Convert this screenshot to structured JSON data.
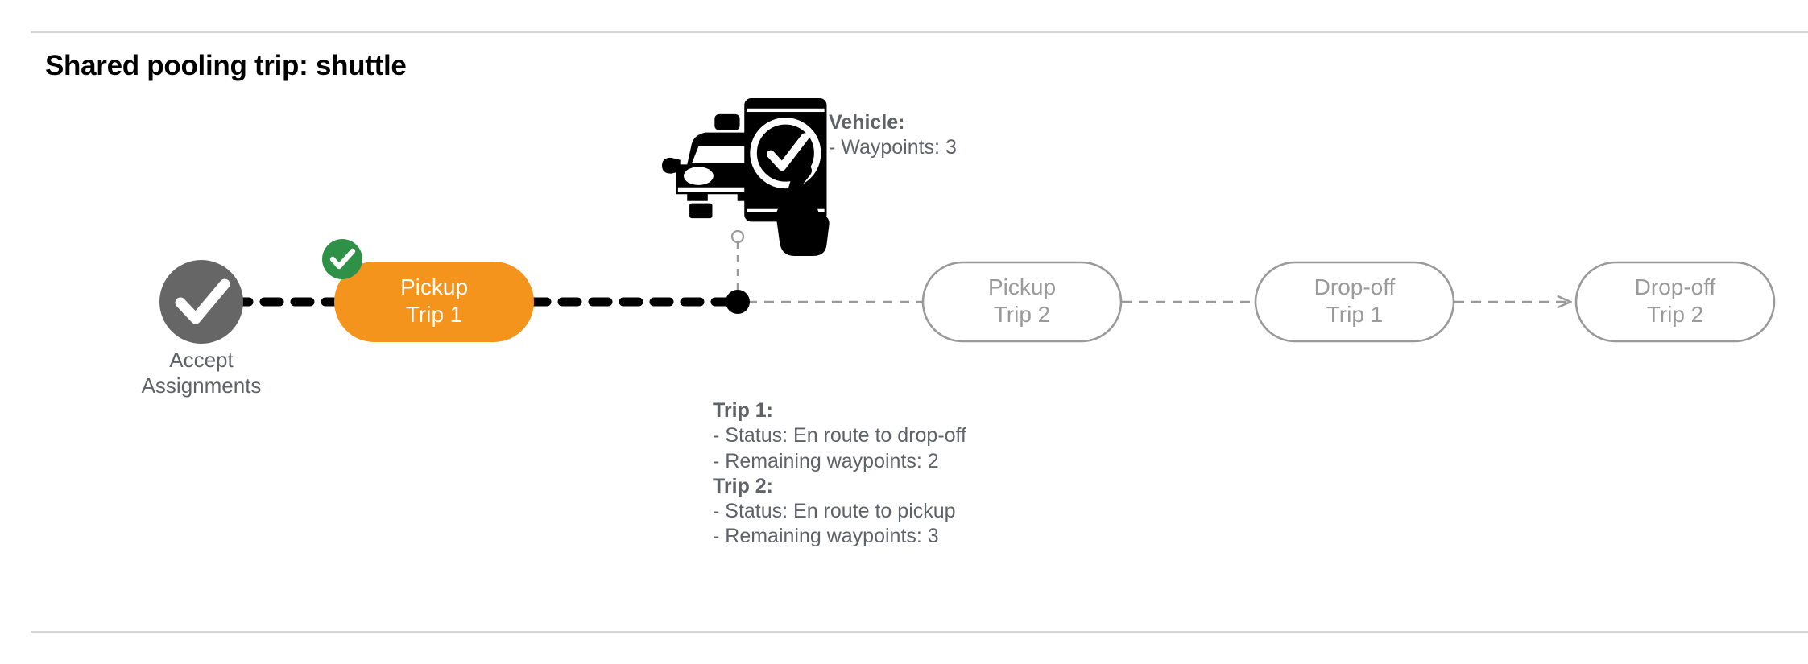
{
  "header": {
    "title": "Shared pooling trip: shuttle"
  },
  "colors": {
    "active_pill": "#F5941D",
    "active_pill_text": "#FFFFFF",
    "idle_pill_border": "#9A9A9A",
    "idle_pill_text": "#9A9A9A",
    "done_badge": "#2E9147",
    "start_node": "#666666",
    "connector_done": "#000000",
    "connector_pending": "#9A9A9A",
    "rule": "#D6D6D6",
    "annotation_text": "#5F6368",
    "title_text": "#000000"
  },
  "flow": {
    "start_node": {
      "name": "Accept Assignments",
      "icon": "check-circle-icon",
      "label_lines": [
        "Accept",
        "Assignments"
      ],
      "state": "completed"
    },
    "nodes": [
      {
        "id": "pickup-trip-1",
        "line1": "Pickup",
        "line2": "Trip 1",
        "state": "active",
        "badge": "check-badge-icon"
      },
      {
        "id": "pickup-trip-2",
        "line1": "Pickup",
        "line2": "Trip 2",
        "state": "pending",
        "badge": null
      },
      {
        "id": "dropoff-trip-1",
        "line1": "Drop-off",
        "line2": "Trip 1",
        "state": "pending",
        "badge": null
      },
      {
        "id": "dropoff-trip-2",
        "line1": "Drop-off",
        "line2": "Trip 2",
        "state": "pending",
        "badge": null
      }
    ],
    "vehicle_marker": {
      "icon": "car-phone-check-icon",
      "marker": "vehicle-position-dot"
    }
  },
  "annotations": {
    "vehicle": {
      "heading": "Vehicle:",
      "lines": [
        "- Waypoints: 3"
      ]
    },
    "trips": [
      {
        "heading": "Trip 1:",
        "lines": [
          "- Status:  En route to drop-off",
          "- Remaining waypoints: 2"
        ]
      },
      {
        "heading": "Trip 2:",
        "lines": [
          "- Status:  En route to pickup",
          "- Remaining waypoints: 3"
        ]
      }
    ]
  }
}
